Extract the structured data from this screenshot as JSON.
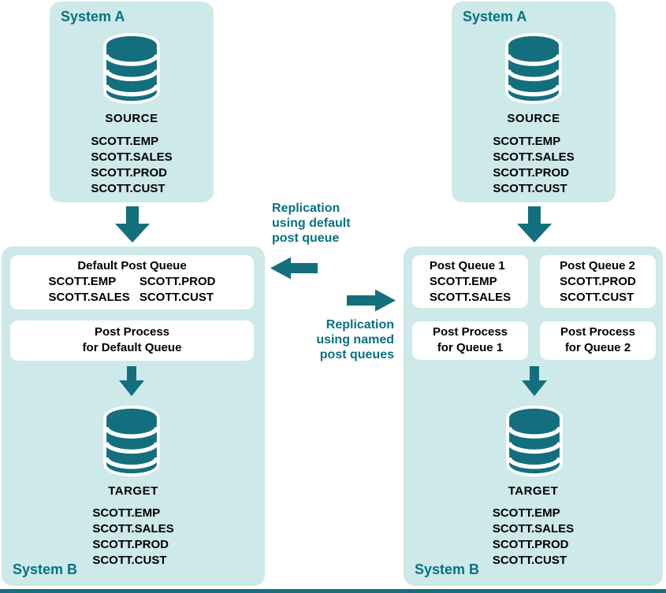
{
  "colors": {
    "teal": "#136F7D",
    "teal_text": "#087082",
    "panel_bg": "#CDE9E9",
    "box_bg": "#FFFFFF",
    "text": "#000000"
  },
  "left_diagram": {
    "system_a": {
      "title": "System A",
      "db_label": "SOURCE",
      "tables": [
        "SCOTT.EMP",
        "SCOTT.SALES",
        "SCOTT.PROD",
        "SCOTT.CUST"
      ]
    },
    "system_b": {
      "title": "System B",
      "default_post_queue": {
        "title": "Default Post Queue",
        "column1": [
          "SCOTT.EMP",
          "SCOTT.SALES"
        ],
        "column2": [
          "SCOTT.PROD",
          "SCOTT.CUST"
        ]
      },
      "post_process": [
        "Post Process",
        "for Default Queue"
      ],
      "db_label": "TARGET",
      "tables": [
        "SCOTT.EMP",
        "SCOTT.SALES",
        "SCOTT.PROD",
        "SCOTT.CUST"
      ]
    }
  },
  "middle": {
    "default_label": [
      "Replication",
      "using default",
      "post queue"
    ],
    "named_label": [
      "Replication",
      "using named",
      "post queues"
    ]
  },
  "right_diagram": {
    "system_a": {
      "title": "System A",
      "db_label": "SOURCE",
      "tables": [
        "SCOTT.EMP",
        "SCOTT.SALES",
        "SCOTT.PROD",
        "SCOTT.CUST"
      ]
    },
    "system_b": {
      "title": "System B",
      "post_queue_1": {
        "title": "Post Queue 1",
        "tables": [
          "SCOTT.EMP",
          "SCOTT.SALES"
        ]
      },
      "post_queue_2": {
        "title": "Post Queue 2",
        "tables": [
          "SCOTT.PROD",
          "SCOTT.CUST"
        ]
      },
      "post_process_1": [
        "Post Process",
        "for Queue 1"
      ],
      "post_process_2": [
        "Post Process",
        "for Queue 2"
      ],
      "db_label": "TARGET",
      "tables": [
        "SCOTT.EMP",
        "SCOTT.SALES",
        "SCOTT.PROD",
        "SCOTT.CUST"
      ]
    }
  }
}
